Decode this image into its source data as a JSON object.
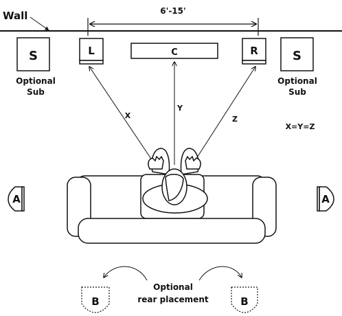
{
  "labels": {
    "wall": "Wall",
    "distance": "6'-15'",
    "left": "L",
    "center": "C",
    "right": "R",
    "sub": "S",
    "optional_sub_line1": "Optional",
    "optional_sub_line2": "Sub",
    "x": "X",
    "y": "Y",
    "z": "Z",
    "equation": "X=Y=Z",
    "side_speaker": "A",
    "rear_speaker": "B",
    "rear_line1": "Optional",
    "rear_line2": "rear placement"
  }
}
